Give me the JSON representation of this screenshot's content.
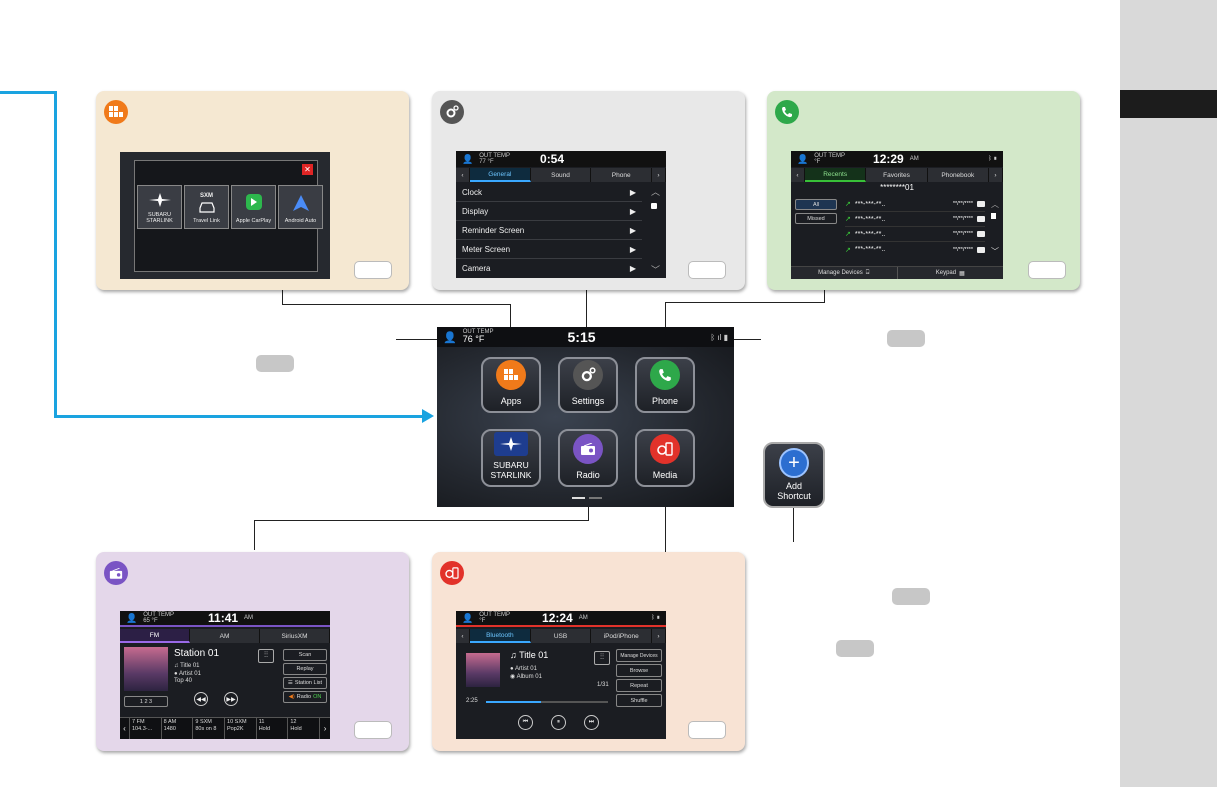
{
  "home": {
    "out_temp_label": "OUT TEMP",
    "out_temp_value": "76 °F",
    "clock": "5:15",
    "tiles": {
      "apps": "Apps",
      "settings": "Settings",
      "phone": "Phone",
      "starlink": "SUBARU\nSTARLINK",
      "radio": "Radio",
      "media": "Media"
    }
  },
  "add_shortcut": {
    "label": "Add\nShortcut"
  },
  "apps_panel": {
    "tiles": [
      "SUBARU\nSTARLINK",
      "Travel Link",
      "Apple CarPlay",
      "Android Auto"
    ],
    "sxm_label": "SXM"
  },
  "settings_panel": {
    "out_temp_label": "OUT TEMP",
    "out_temp_value": "77 °F",
    "clock": "0:54",
    "tabs": [
      "General",
      "Sound",
      "Phone"
    ],
    "items": [
      "Clock",
      "Display",
      "Reminder Screen",
      "Meter Screen",
      "Camera"
    ]
  },
  "phone_panel": {
    "out_temp_label": "OUT TEMP",
    "out_temp_value": "°F",
    "clock": "12:29",
    "ampm": "AM",
    "tabs": [
      "Recents",
      "Favorites",
      "Phonebook"
    ],
    "header_number": "********01",
    "filters": [
      "All",
      "Missed"
    ],
    "calls": [
      {
        "number": "***-***-**..",
        "date": "**/**/****"
      },
      {
        "number": "***-***-**..",
        "date": "**/**/****"
      },
      {
        "number": "***-***-**..",
        "date": "**/**/****"
      },
      {
        "number": "***-***-**..",
        "date": "**/**/****"
      }
    ],
    "manage_devices": "Manage Devices",
    "keypad": "Keypad"
  },
  "radio_panel": {
    "out_temp_label": "OUT TEMP",
    "out_temp_value": "65 °F",
    "clock": "11:41",
    "ampm": "AM",
    "tabs": [
      "FM",
      "AM",
      "SiriusXM"
    ],
    "station": "Station 01",
    "title": "Title 01",
    "artist": "Artist 01",
    "extra": "Top 40",
    "counter": "1 2 3",
    "buttons": [
      "Scan",
      "Replay",
      "Station List",
      "Radio"
    ],
    "radio_state": "ON",
    "presets": [
      {
        "num": "7",
        "band": "FM",
        "freq": "104.3-..."
      },
      {
        "num": "8",
        "band": "AM",
        "freq": "1480"
      },
      {
        "num": "9",
        "band": "SXM",
        "freq": "80s on 8"
      },
      {
        "num": "10",
        "band": "SXM",
        "freq": "Pop2K"
      },
      {
        "num": "11",
        "band": "",
        "freq": "Hold"
      },
      {
        "num": "12",
        "band": "",
        "freq": "Hold"
      }
    ]
  },
  "media_panel": {
    "out_temp_label": "OUT TEMP",
    "out_temp_value": "°F",
    "clock": "12:24",
    "ampm": "AM",
    "tabs": [
      "Bluetooth",
      "USB",
      "iPod/iPhone"
    ],
    "title": "Title 01",
    "artist": "Artist 01",
    "album": "Album 01",
    "track_count": "1/31",
    "elapsed": "2:25",
    "progress": 0.45,
    "buttons": [
      "Manage Devices",
      "Browse",
      "Repeat",
      "Shuffle"
    ]
  }
}
